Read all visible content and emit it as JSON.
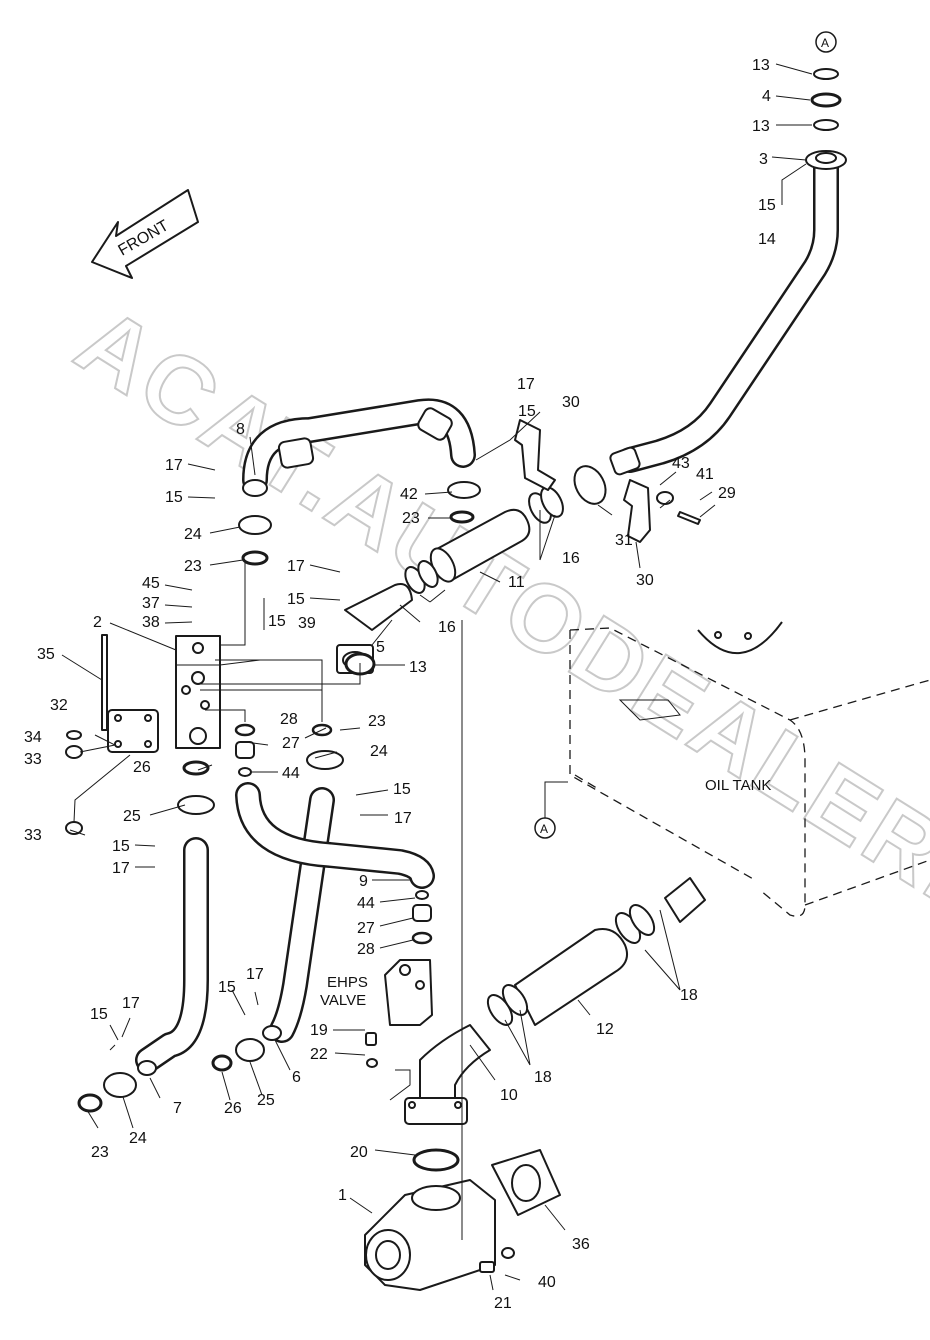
{
  "watermark": "ACAT.AUTODEALER.RU",
  "front_arrow": "FRONT",
  "text_labels": {
    "oil_tank": "OIL TANK",
    "ehps_line1": "EHPS",
    "ehps_line2": "VALVE",
    "connector_a": "A"
  },
  "callouts": [
    {
      "id": "c13a",
      "text": "13"
    },
    {
      "id": "c4",
      "text": "4"
    },
    {
      "id": "c13b",
      "text": "13"
    },
    {
      "id": "c3",
      "text": "3"
    },
    {
      "id": "c15a",
      "text": "15"
    },
    {
      "id": "c14",
      "text": "14"
    },
    {
      "id": "c17a",
      "text": "17"
    },
    {
      "id": "c15b",
      "text": "15"
    },
    {
      "id": "c30a",
      "text": "30"
    },
    {
      "id": "c8",
      "text": "8"
    },
    {
      "id": "c17b",
      "text": "17"
    },
    {
      "id": "c15c",
      "text": "15"
    },
    {
      "id": "c42",
      "text": "42"
    },
    {
      "id": "c43",
      "text": "43"
    },
    {
      "id": "c41",
      "text": "41"
    },
    {
      "id": "c29",
      "text": "29"
    },
    {
      "id": "c24a",
      "text": "24"
    },
    {
      "id": "c23a",
      "text": "23"
    },
    {
      "id": "c31",
      "text": "31"
    },
    {
      "id": "c16a",
      "text": "16"
    },
    {
      "id": "c11",
      "text": "11"
    },
    {
      "id": "c30b",
      "text": "30"
    },
    {
      "id": "c23b",
      "text": "23"
    },
    {
      "id": "c17c",
      "text": "17"
    },
    {
      "id": "c45",
      "text": "45"
    },
    {
      "id": "c15d",
      "text": "15"
    },
    {
      "id": "c37",
      "text": "37"
    },
    {
      "id": "c38",
      "text": "38"
    },
    {
      "id": "c2",
      "text": "2"
    },
    {
      "id": "c15e",
      "text": "15"
    },
    {
      "id": "c39",
      "text": "39"
    },
    {
      "id": "c5",
      "text": "5"
    },
    {
      "id": "c16b",
      "text": "16"
    },
    {
      "id": "c35",
      "text": "35"
    },
    {
      "id": "c13c",
      "text": "13"
    },
    {
      "id": "c32",
      "text": "32"
    },
    {
      "id": "c34",
      "text": "34"
    },
    {
      "id": "c33a",
      "text": "33"
    },
    {
      "id": "c28a",
      "text": "28"
    },
    {
      "id": "c23c",
      "text": "23"
    },
    {
      "id": "c27a",
      "text": "27"
    },
    {
      "id": "c24b",
      "text": "24"
    },
    {
      "id": "c44a",
      "text": "44"
    },
    {
      "id": "c26a",
      "text": "26"
    },
    {
      "id": "c15f",
      "text": "15"
    },
    {
      "id": "c17d",
      "text": "17"
    },
    {
      "id": "c25a",
      "text": "25"
    },
    {
      "id": "c33b",
      "text": "33"
    },
    {
      "id": "c15g",
      "text": "15"
    },
    {
      "id": "c17e",
      "text": "17"
    },
    {
      "id": "c9",
      "text": "9"
    },
    {
      "id": "c44b",
      "text": "44"
    },
    {
      "id": "c27b",
      "text": "27"
    },
    {
      "id": "c28b",
      "text": "28"
    },
    {
      "id": "c18a",
      "text": "18"
    },
    {
      "id": "c17f",
      "text": "17"
    },
    {
      "id": "c15h",
      "text": "15"
    },
    {
      "id": "c17g",
      "text": "17"
    },
    {
      "id": "c15i",
      "text": "15"
    },
    {
      "id": "c12",
      "text": "12"
    },
    {
      "id": "c19",
      "text": "19"
    },
    {
      "id": "c6",
      "text": "6"
    },
    {
      "id": "c22",
      "text": "22"
    },
    {
      "id": "c18b",
      "text": "18"
    },
    {
      "id": "c7",
      "text": "7"
    },
    {
      "id": "c26b",
      "text": "26"
    },
    {
      "id": "c25b",
      "text": "25"
    },
    {
      "id": "c10",
      "text": "10"
    },
    {
      "id": "c23d",
      "text": "23"
    },
    {
      "id": "c24c",
      "text": "24"
    },
    {
      "id": "c20",
      "text": "20"
    },
    {
      "id": "c1",
      "text": "1"
    },
    {
      "id": "c36",
      "text": "36"
    },
    {
      "id": "c40",
      "text": "40"
    },
    {
      "id": "c21",
      "text": "21"
    }
  ]
}
